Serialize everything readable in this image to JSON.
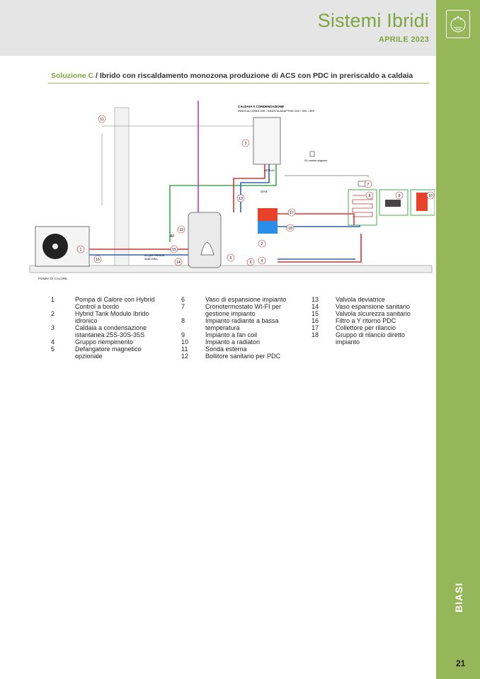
{
  "header": {
    "title": "Sistemi Ibridi",
    "date": "APRILE 2023"
  },
  "section": {
    "label": "Soluzione C",
    "text": " / Ibrido con riscaldamento monozona produzione di ACS con PDC in preriscaldo a caldaia"
  },
  "diagram": {
    "boiler_label_1": "CALDAIA A CONDENSAZIONE",
    "boiler_label_2": "INNOVIA CONDI 25S - INNOVIA ADAPTIVE 25S / 30S / 35S",
    "seasonal_label": "I/O cambio stagione",
    "heatpump_label": "POMPA DI CALORE",
    "coldwater_label_1": "ACQUA FREDDA",
    "coldwater_label_2": "SANITARIA",
    "acs": "ACS",
    "af_top": "AF",
    "gas": "GAS",
    "af": "AF",
    "markers": [
      "1",
      "2",
      "3",
      "4",
      "5",
      "6",
      "7",
      "8",
      "9",
      "10",
      "11",
      "12",
      "13",
      "14",
      "15",
      "16",
      "17",
      "18"
    ]
  },
  "legend": {
    "col1": [
      {
        "n": "1",
        "t": "Pompa di Calore con Hybrid Control a bordo"
      },
      {
        "n": "2",
        "t": "Hybrid Tank  Modulo Ibrido idronico"
      },
      {
        "n": "3",
        "t": "Caldaia a condensazione istantanea 25S-30S-35S"
      },
      {
        "n": "4",
        "t": "Gruppo riempimento"
      },
      {
        "n": "5",
        "t": "Defangatore magnetico opzionale"
      }
    ],
    "col2": [
      {
        "n": "6",
        "t": "Vaso di espansione impianto"
      },
      {
        "n": "7",
        "t": "Cronotermostato WI-FI per gestione impianto"
      },
      {
        "n": "8",
        "t": "Impianto radiante a bassa temperatura"
      },
      {
        "n": "9",
        "t": "Impianto a fan coil"
      },
      {
        "n": "10",
        "t": "Impianto a radiatori"
      },
      {
        "n": "11",
        "t": "Sonda esterna"
      },
      {
        "n": "12",
        "t": "Bollitore sanitario per PDC"
      }
    ],
    "col3": [
      {
        "n": "13",
        "t": "Valvola deviatrice"
      },
      {
        "n": "14",
        "t": "Vaso espansione sanitario"
      },
      {
        "n": "15",
        "t": "Valvola sicurezza sanitario"
      },
      {
        "n": "16",
        "t": "Filtro a Y ritorno PDC"
      },
      {
        "n": "17",
        "t": "Collettore per rilancio"
      },
      {
        "n": "18",
        "t": "Gruppo di rilancio diretto impianto"
      }
    ]
  },
  "footer": {
    "brand": "BIASI",
    "page": "21"
  }
}
